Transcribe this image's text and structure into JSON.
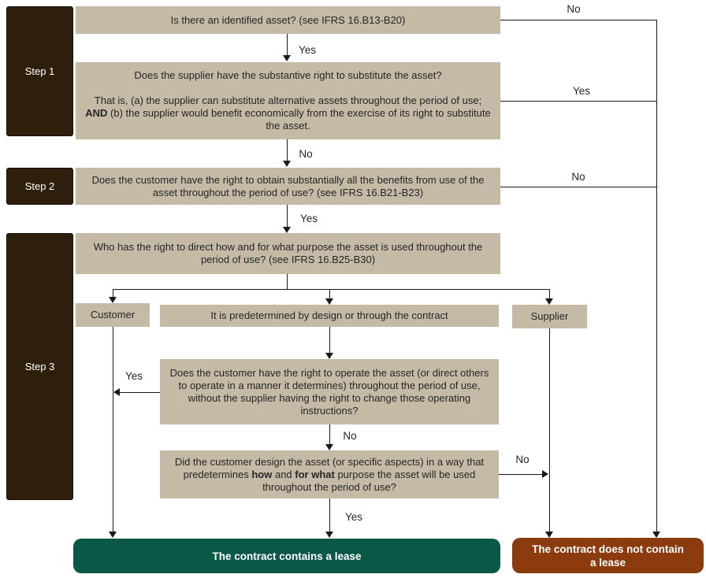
{
  "colors": {
    "box_bg": "#C4BAA6",
    "step_bg": "#2E1F0C",
    "lease_bg": "#0B5847",
    "no_lease_bg": "#8B3B0E",
    "line": "#1A1A1A",
    "text": "#262626",
    "light_text": "#FFFFFF"
  },
  "steps": [
    {
      "label": "Step 1"
    },
    {
      "label": "Step 2"
    },
    {
      "label": "Step 3"
    }
  ],
  "nodes": {
    "identified_asset": "Is there an identified asset? (see IFRS 16.B13-B20)",
    "substitute": {
      "line1": "Does the supplier have the substantive right to substitute the asset?",
      "line2_pre": "That is, (a) the supplier can substitute alternative assets throughout the period of use; ",
      "line2_bold": "AND",
      "line2_post": " (b) the supplier would benefit economically from the exercise of its right to substitute the asset."
    },
    "benefits": "Does the customer have the right to obtain substantially all the benefits from use of the asset throughout the period of use? (see IFRS 16.B21-B23)",
    "direct": "Who has the right to direct how and for what purpose the asset is used throughout the period of use? (see IFRS 16.B25-B30)",
    "customer": "Customer",
    "predetermined": "It is predetermined by design or through the contract",
    "supplier": "Supplier",
    "operate": "Does the customer have the right to operate the asset (or direct others to operate in a manner it determines) throughout the period of use, without the supplier having the right to change those operating instructions?",
    "design": {
      "pre": "Did the customer design the asset (or specific aspects) in a way that predetermines ",
      "bold1": "how",
      "mid": " and ",
      "bold2": "for what",
      "post": " purpose the asset will be used throughout the period of use?"
    }
  },
  "edges": {
    "identified_yes": "Yes",
    "identified_no": "No",
    "substitute_yes": "Yes",
    "substitute_no": "No",
    "benefits_yes": "Yes",
    "benefits_no": "No",
    "operate_yes": "Yes",
    "operate_no": "No",
    "design_yes": "Yes",
    "design_no": "No"
  },
  "outcomes": {
    "lease": "The contract contains a lease",
    "no_lease": "The contract does not contain a lease"
  }
}
